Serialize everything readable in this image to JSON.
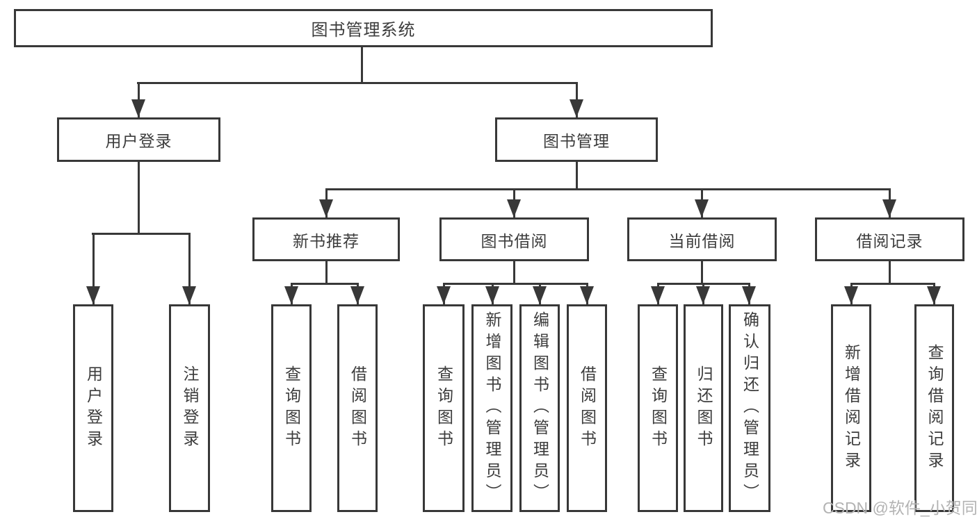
{
  "diagram": {
    "root": {
      "label": "图书管理系统"
    },
    "level2": {
      "user_login": {
        "label": "用户登录"
      },
      "book_management": {
        "label": "图书管理"
      }
    },
    "level3": {
      "new_book_recommend": {
        "label": "新书推荐"
      },
      "book_borrowing": {
        "label": "图书借阅"
      },
      "current_borrowing": {
        "label": "当前借阅"
      },
      "borrowing_records": {
        "label": "借阅记录"
      }
    },
    "level4": {
      "ul_user_login": {
        "label": "用户登录"
      },
      "ul_logout": {
        "label": "注销登录"
      },
      "nbr_query_books": {
        "label": "查询图书"
      },
      "nbr_borrow_books": {
        "label": "借阅图书"
      },
      "bb_query_books": {
        "label": "查询图书"
      },
      "bb_add_books": {
        "label": "新增图书（管理员）"
      },
      "bb_edit_books": {
        "label": "编辑图书（管理员）"
      },
      "bb_borrow_books": {
        "label": "借阅图书"
      },
      "cb_query_books": {
        "label": "查询图书"
      },
      "cb_return_books": {
        "label": "归还图书"
      },
      "cb_confirm_return": {
        "label": "确认归还（管理员）"
      },
      "br_add_record": {
        "label": "新增借阅记录"
      },
      "br_query_record": {
        "label": "查询借阅记录"
      }
    },
    "hierarchy": {
      "图书管理系统": [
        "用户登录",
        "图书管理"
      ],
      "用户登录": [
        "用户登录",
        "注销登录"
      ],
      "图书管理": [
        "新书推荐",
        "图书借阅",
        "当前借阅",
        "借阅记录"
      ],
      "新书推荐": [
        "查询图书",
        "借阅图书"
      ],
      "图书借阅": [
        "查询图书",
        "新增图书（管理员）",
        "编辑图书（管理员）",
        "借阅图书"
      ],
      "当前借阅": [
        "查询图书",
        "归还图书",
        "确认归还（管理员）"
      ],
      "借阅记录": [
        "新增借阅记录",
        "查询借阅记录"
      ]
    },
    "watermark": "CSDN @软件_小贺同学",
    "colors": {
      "line": "#383838",
      "border": "#383838",
      "text": "#3c3c3c",
      "watermark": "#b3b3b3",
      "background": "#ffffff"
    }
  }
}
